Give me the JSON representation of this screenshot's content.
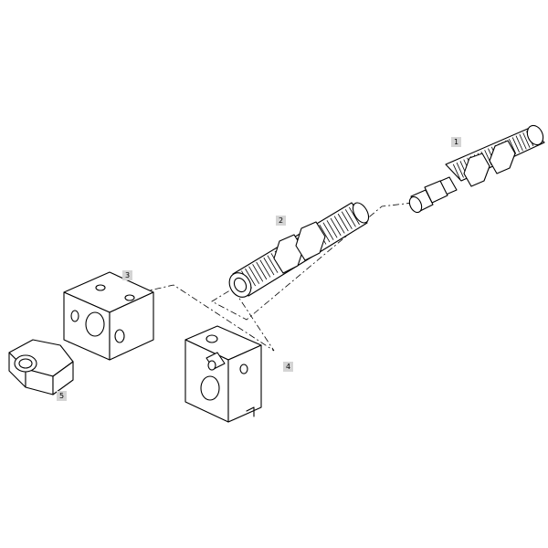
{
  "callouts": [
    {
      "label": "1"
    },
    {
      "label": "2"
    },
    {
      "label": "3"
    },
    {
      "label": "4"
    },
    {
      "label": "5"
    }
  ],
  "colors": {
    "line": "#000000",
    "callout_bg": "#d4d4d4",
    "background": "#ffffff"
  }
}
